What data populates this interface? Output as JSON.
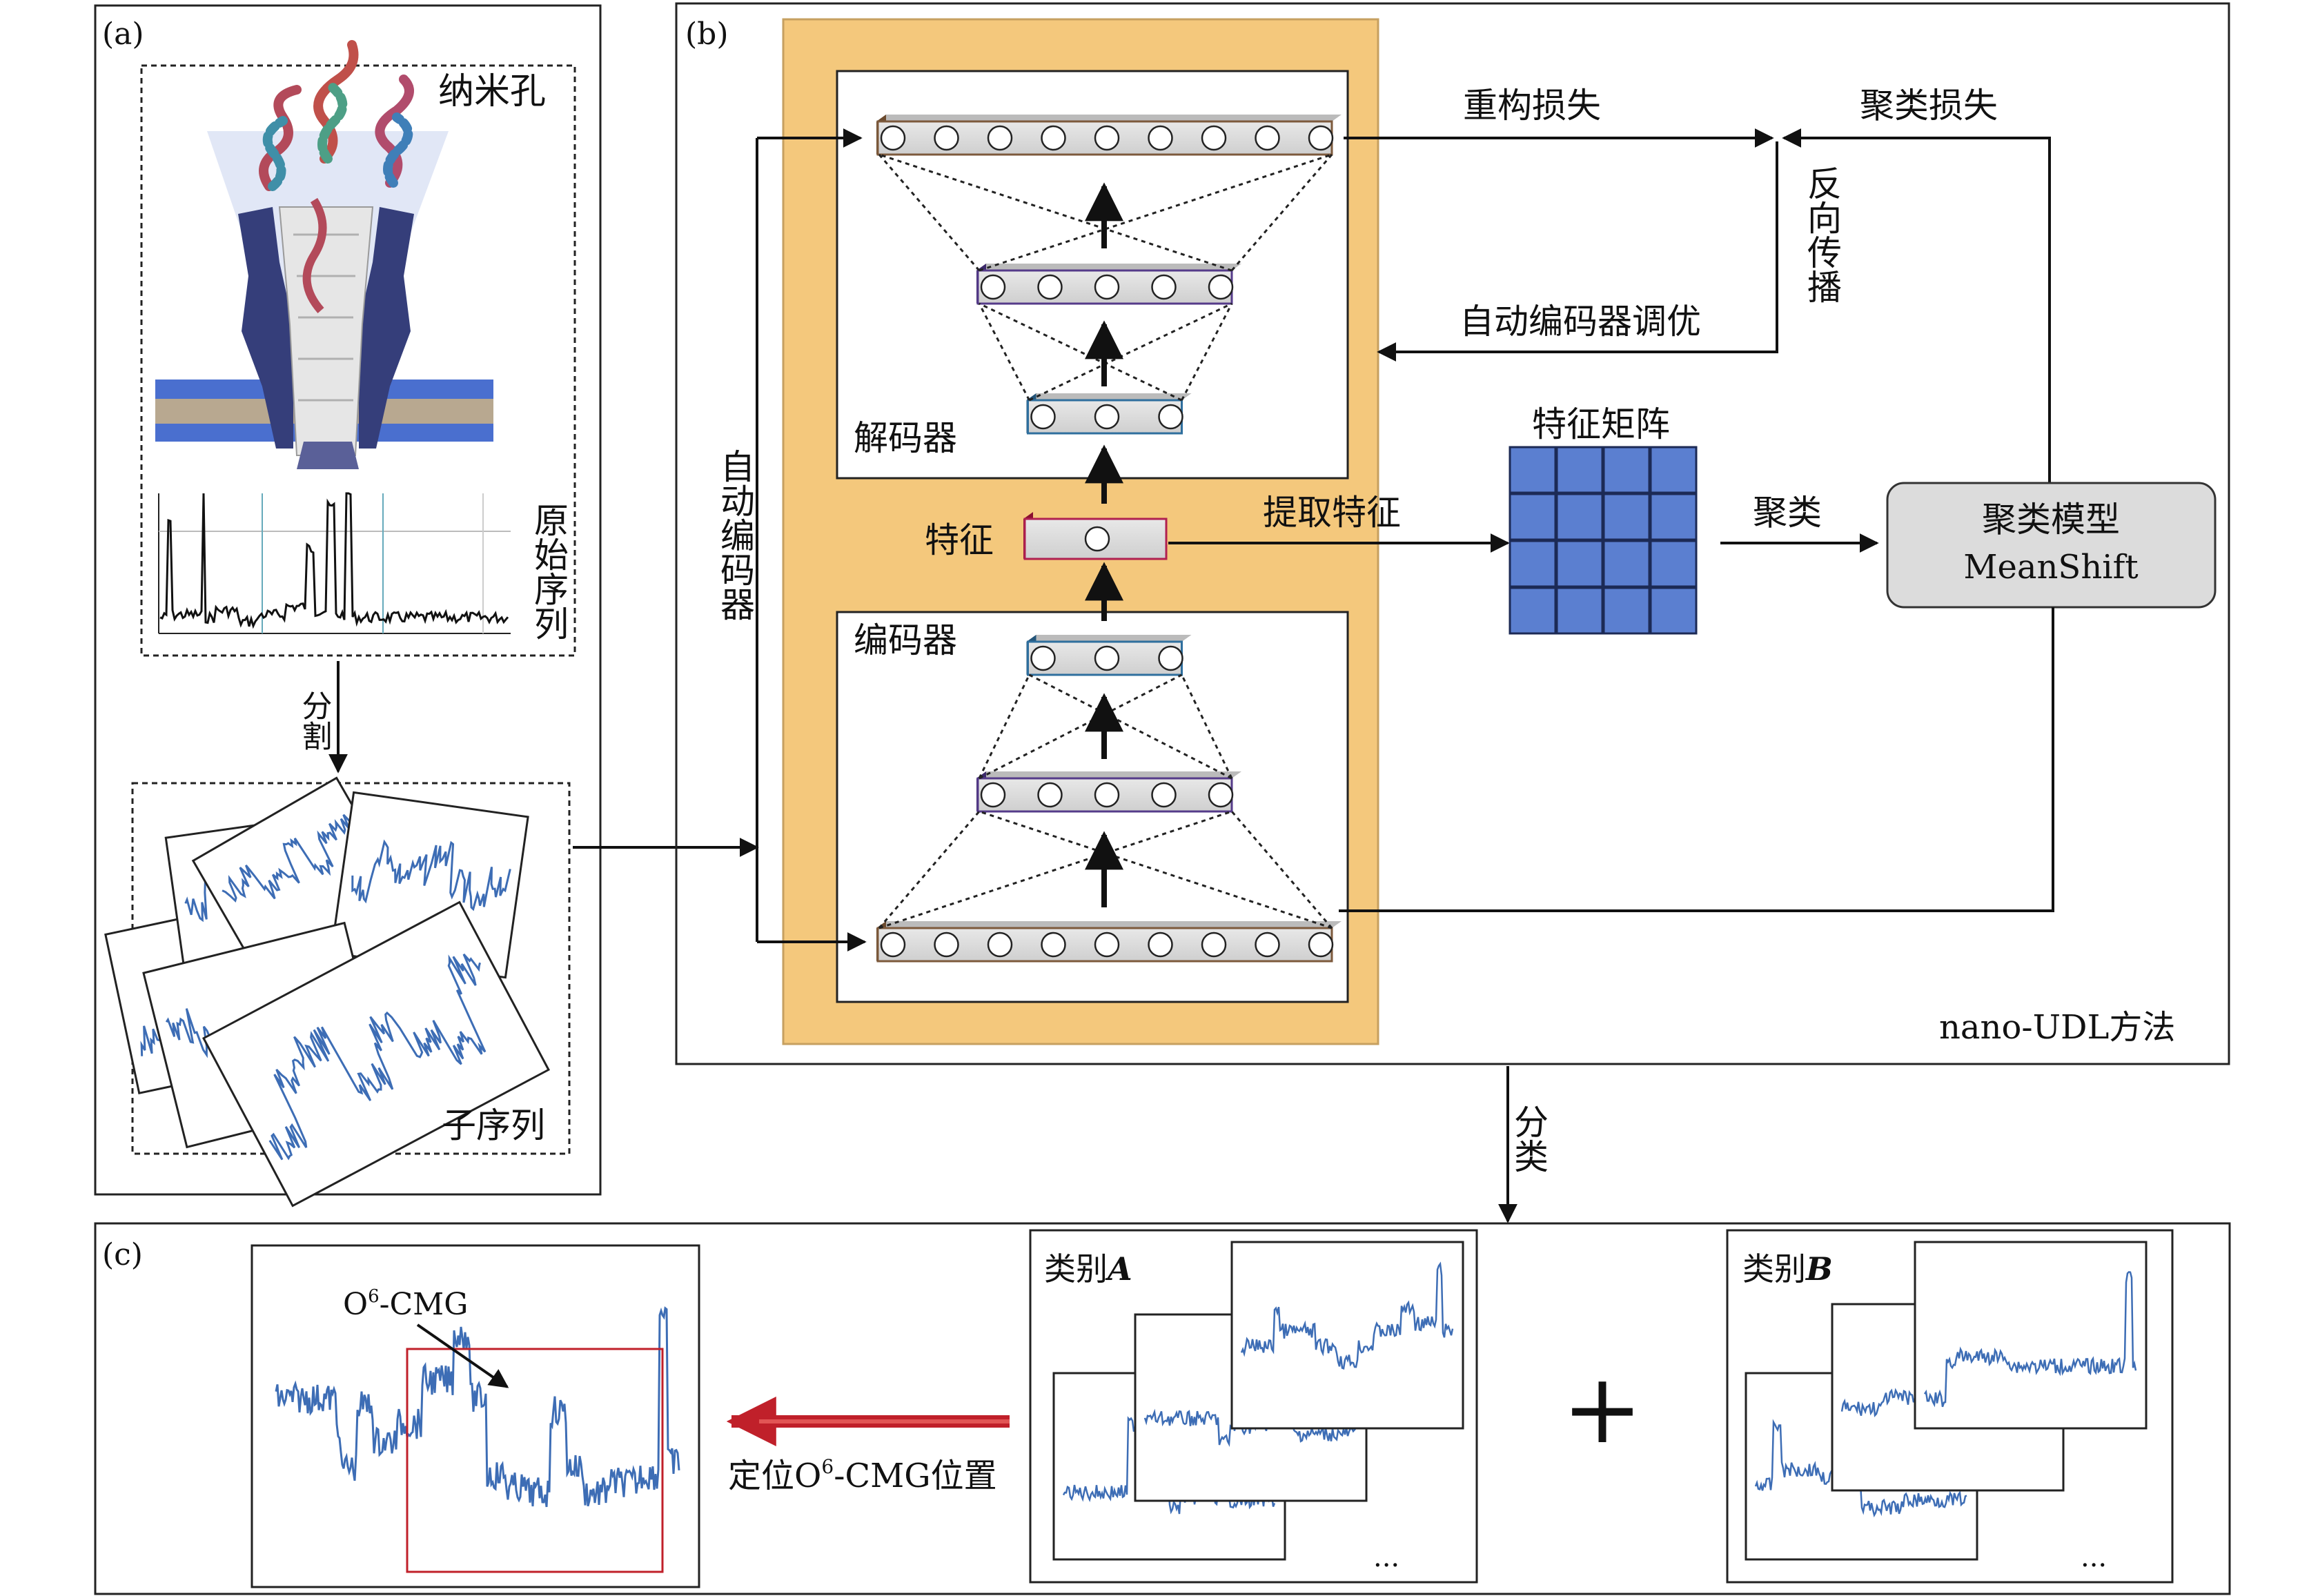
{
  "panels": {
    "a": {
      "tag": "(a)",
      "nanopore": "纳米孔",
      "raw_sequence": "原始序列",
      "segment": "分割",
      "subsequence": "子序列"
    },
    "b": {
      "tag": "(b)",
      "autoencoder": "自动编码器",
      "decoder": "解码器",
      "encoder": "编码器",
      "feature": "特征",
      "recon_loss": "重构损失",
      "cluster_loss": "聚类损失",
      "backprop": "反向传播",
      "ae_tuning": "自动编码器调优",
      "extract_feature": "提取特征",
      "feature_matrix": "特征矩阵",
      "cluster": "聚类",
      "cluster_model_title": "聚类模型",
      "cluster_model_name": "MeanShift",
      "method": "nano-UDL方法"
    },
    "classify": "分类",
    "c": {
      "tag": "(c)",
      "o6cmg_base": "O",
      "o6cmg_sup": "6",
      "o6cmg_rest": "-CMG",
      "locate_pre": "定位O",
      "locate_sup": "6",
      "locate_post": "-CMG位置",
      "class_a_prefix": "类别",
      "class_a_letter": "A",
      "class_b_prefix": "类别",
      "class_b_letter": "B",
      "ellipsis": "...",
      "plus": "+"
    }
  },
  "colors": {
    "accent_blue": "#3d6db5",
    "autoencoder_fill": "#f4c87c",
    "matrix_blue": "#5b7fd0",
    "arrow_red": "#c0202a",
    "model_fill": "#dcdcdc",
    "membrane": "#4a6fcf"
  }
}
